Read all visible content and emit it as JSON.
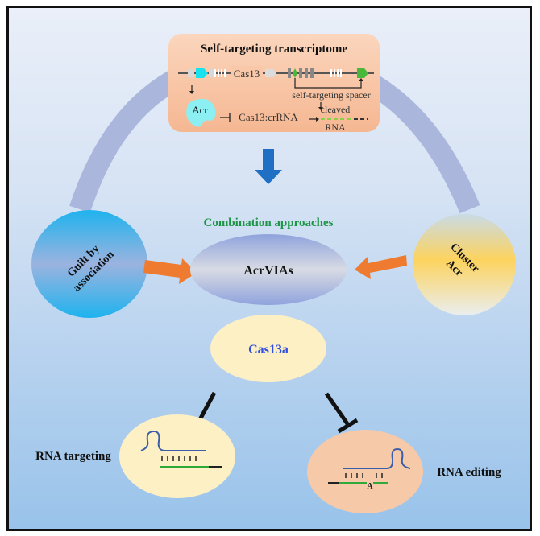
{
  "figure": {
    "top_box": {
      "title": "Self-targeting transcriptome",
      "gene_label": "Cas13",
      "spacer_label": "self-targeting spacer",
      "acr_label": "Acr",
      "complex_label": "Cas13:crRNA",
      "cleaved_label": "cleaved",
      "rna_label": "RNA"
    },
    "left_circle": {
      "line1": "Guilt by",
      "line2": "association"
    },
    "right_circle": {
      "line1": "Cluster",
      "line2": "Acr"
    },
    "center": {
      "heading": "Combination approaches",
      "ellipse_label": "AcrVIAs"
    },
    "cas13a": {
      "label": "Cas13a"
    },
    "outcomes": {
      "left": "RNA targeting",
      "right": "RNA editing",
      "edit_base": "A"
    },
    "colors": {
      "title_green": "#1e9447",
      "cas13a_blue": "#2f4fe0",
      "arrow_orange": "#ee7b30",
      "arrow_blue": "#1f6fc4",
      "arc": "#aab6dc",
      "acr_cyan": "#8cf0f2",
      "spacer_green": "#49b83a"
    }
  }
}
